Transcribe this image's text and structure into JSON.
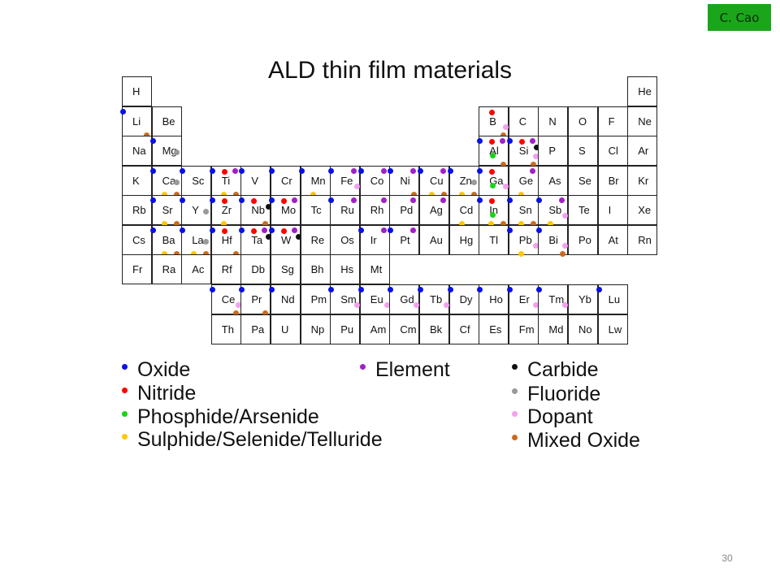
{
  "badge": "C. Cao",
  "title": "ALD thin film materials",
  "page_number": "30",
  "colors": {
    "oxide": "#0a10e6",
    "nitride": "#ff0000",
    "phosphide": "#1ad21a",
    "sulphide": "#ffc700",
    "element": "#a020c8",
    "carbide": "#111111",
    "fluoride": "#9a9a9a",
    "dopant": "#f4a0f0",
    "mixed": "#cc6a1c"
  },
  "legend": [
    {
      "label": "Oxide",
      "type": "oxide"
    },
    {
      "label": "Nitride",
      "type": "nitride"
    },
    {
      "label": "Phosphide/Arsenide",
      "type": "phosphide"
    },
    {
      "label": "Sulphide/Selenide/Telluride",
      "type": "sulphide"
    },
    {
      "label": "Element",
      "type": "element"
    },
    {
      "label": "Carbide",
      "type": "carbide"
    },
    {
      "label": "Fluoride",
      "type": "fluoride"
    },
    {
      "label": "Dopant",
      "type": "dopant"
    },
    {
      "label": "Mixed Oxide",
      "type": "mixed"
    }
  ],
  "elements": [
    {
      "symbol": "H",
      "row": 0,
      "col": 0,
      "types": []
    },
    {
      "symbol": "He",
      "row": 0,
      "col": 17,
      "types": []
    },
    {
      "symbol": "Li",
      "row": 1,
      "col": 0,
      "types": [
        "oxide",
        "mixed"
      ]
    },
    {
      "symbol": "Be",
      "row": 1,
      "col": 1,
      "types": []
    },
    {
      "symbol": "B",
      "row": 1,
      "col": 12,
      "types": [
        "nitride",
        "dopant",
        "mixed"
      ]
    },
    {
      "symbol": "C",
      "row": 1,
      "col": 13,
      "types": []
    },
    {
      "symbol": "N",
      "row": 1,
      "col": 14,
      "types": []
    },
    {
      "symbol": "O",
      "row": 1,
      "col": 15,
      "types": []
    },
    {
      "symbol": "F",
      "row": 1,
      "col": 16,
      "types": []
    },
    {
      "symbol": "Ne",
      "row": 1,
      "col": 17,
      "types": []
    },
    {
      "symbol": "Na",
      "row": 2,
      "col": 0,
      "types": []
    },
    {
      "symbol": "Mg",
      "row": 2,
      "col": 1,
      "types": [
        "oxide",
        "fluoride"
      ]
    },
    {
      "symbol": "Al",
      "row": 2,
      "col": 12,
      "types": [
        "oxide",
        "nitride",
        "phosphide",
        "element",
        "mixed"
      ]
    },
    {
      "symbol": "Si",
      "row": 2,
      "col": 13,
      "types": [
        "oxide",
        "nitride",
        "element",
        "carbide",
        "dopant",
        "mixed"
      ]
    },
    {
      "symbol": "P",
      "row": 2,
      "col": 14,
      "types": []
    },
    {
      "symbol": "S",
      "row": 2,
      "col": 15,
      "types": []
    },
    {
      "symbol": "Cl",
      "row": 2,
      "col": 16,
      "types": []
    },
    {
      "symbol": "Ar",
      "row": 2,
      "col": 17,
      "types": []
    },
    {
      "symbol": "K",
      "row": 3,
      "col": 0,
      "types": []
    },
    {
      "symbol": "Ca",
      "row": 3,
      "col": 1,
      "types": [
        "oxide",
        "fluoride",
        "sulphide",
        "mixed"
      ]
    },
    {
      "symbol": "Sc",
      "row": 3,
      "col": 2,
      "types": [
        "oxide"
      ]
    },
    {
      "symbol": "Ti",
      "row": 3,
      "col": 3,
      "types": [
        "oxide",
        "nitride",
        "element",
        "sulphide",
        "mixed"
      ]
    },
    {
      "symbol": "V",
      "row": 3,
      "col": 4,
      "types": [
        "oxide"
      ]
    },
    {
      "symbol": "Cr",
      "row": 3,
      "col": 5,
      "types": [
        "oxide"
      ]
    },
    {
      "symbol": "Mn",
      "row": 3,
      "col": 6,
      "types": [
        "oxide",
        "sulphide"
      ]
    },
    {
      "symbol": "Fe",
      "row": 3,
      "col": 7,
      "types": [
        "oxide",
        "element",
        "dopant"
      ]
    },
    {
      "symbol": "Co",
      "row": 3,
      "col": 8,
      "types": [
        "oxide",
        "element"
      ]
    },
    {
      "symbol": "Ni",
      "row": 3,
      "col": 9,
      "types": [
        "oxide",
        "element",
        "mixed"
      ]
    },
    {
      "symbol": "Cu",
      "row": 3,
      "col": 10,
      "types": [
        "oxide",
        "element",
        "sulphide",
        "mixed"
      ]
    },
    {
      "symbol": "Zn",
      "row": 3,
      "col": 11,
      "types": [
        "oxide",
        "fluoride",
        "sulphide",
        "mixed"
      ]
    },
    {
      "symbol": "Ga",
      "row": 3,
      "col": 12,
      "types": [
        "oxide",
        "nitride",
        "phosphide",
        "dopant"
      ]
    },
    {
      "symbol": "Ge",
      "row": 3,
      "col": 13,
      "types": [
        "element",
        "sulphide"
      ]
    },
    {
      "symbol": "As",
      "row": 3,
      "col": 14,
      "types": []
    },
    {
      "symbol": "Se",
      "row": 3,
      "col": 15,
      "types": []
    },
    {
      "symbol": "Br",
      "row": 3,
      "col": 16,
      "types": []
    },
    {
      "symbol": "Kr",
      "row": 3,
      "col": 17,
      "types": []
    },
    {
      "symbol": "Rb",
      "row": 4,
      "col": 0,
      "types": []
    },
    {
      "symbol": "Sr",
      "row": 4,
      "col": 1,
      "types": [
        "oxide",
        "sulphide",
        "mixed"
      ]
    },
    {
      "symbol": "Y",
      "row": 4,
      "col": 2,
      "types": [
        "oxide",
        "fluoride"
      ]
    },
    {
      "symbol": "Zr",
      "row": 4,
      "col": 3,
      "types": [
        "oxide",
        "nitride",
        "sulphide"
      ]
    },
    {
      "symbol": "Nb",
      "row": 4,
      "col": 4,
      "types": [
        "oxide",
        "nitride",
        "carbide",
        "mixed"
      ]
    },
    {
      "symbol": "Mo",
      "row": 4,
      "col": 5,
      "types": [
        "oxide",
        "nitride",
        "element"
      ]
    },
    {
      "symbol": "Tc",
      "row": 4,
      "col": 6,
      "types": []
    },
    {
      "symbol": "Ru",
      "row": 4,
      "col": 7,
      "types": [
        "oxide",
        "element"
      ]
    },
    {
      "symbol": "Rh",
      "row": 4,
      "col": 8,
      "types": [
        "element"
      ]
    },
    {
      "symbol": "Pd",
      "row": 4,
      "col": 9,
      "types": [
        "element"
      ]
    },
    {
      "symbol": "Ag",
      "row": 4,
      "col": 10,
      "types": [
        "element"
      ]
    },
    {
      "symbol": "Cd",
      "row": 4,
      "col": 11,
      "types": [
        "sulphide"
      ]
    },
    {
      "symbol": "In",
      "row": 4,
      "col": 12,
      "types": [
        "oxide",
        "nitride",
        "phosphide",
        "sulphide",
        "mixed"
      ]
    },
    {
      "symbol": "Sn",
      "row": 4,
      "col": 13,
      "types": [
        "oxide",
        "sulphide",
        "mixed"
      ]
    },
    {
      "symbol": "Sb",
      "row": 4,
      "col": 14,
      "types": [
        "oxide",
        "element",
        "sulphide",
        "dopant"
      ]
    },
    {
      "symbol": "Te",
      "row": 4,
      "col": 15,
      "types": []
    },
    {
      "symbol": "I",
      "row": 4,
      "col": 16,
      "types": []
    },
    {
      "symbol": "Xe",
      "row": 4,
      "col": 17,
      "types": []
    },
    {
      "symbol": "Cs",
      "row": 5,
      "col": 0,
      "types": []
    },
    {
      "symbol": "Ba",
      "row": 5,
      "col": 1,
      "types": [
        "oxide",
        "sulphide",
        "mixed"
      ]
    },
    {
      "symbol": "La",
      "row": 5,
      "col": 2,
      "types": [
        "oxide",
        "fluoride",
        "sulphide",
        "mixed"
      ]
    },
    {
      "symbol": "Hf",
      "row": 5,
      "col": 3,
      "types": [
        "oxide",
        "nitride",
        "mixed"
      ]
    },
    {
      "symbol": "Ta",
      "row": 5,
      "col": 4,
      "types": [
        "oxide",
        "nitride",
        "element",
        "carbide"
      ]
    },
    {
      "symbol": "W",
      "row": 5,
      "col": 5,
      "types": [
        "oxide",
        "nitride",
        "element",
        "carbide"
      ]
    },
    {
      "symbol": "Re",
      "row": 5,
      "col": 6,
      "types": []
    },
    {
      "symbol": "Os",
      "row": 5,
      "col": 7,
      "types": []
    },
    {
      "symbol": "Ir",
      "row": 5,
      "col": 8,
      "types": [
        "oxide",
        "element"
      ]
    },
    {
      "symbol": "Pt",
      "row": 5,
      "col": 9,
      "types": [
        "oxide",
        "element"
      ]
    },
    {
      "symbol": "Au",
      "row": 5,
      "col": 10,
      "types": []
    },
    {
      "symbol": "Hg",
      "row": 5,
      "col": 11,
      "types": []
    },
    {
      "symbol": "Tl",
      "row": 5,
      "col": 12,
      "types": []
    },
    {
      "symbol": "Pb",
      "row": 5,
      "col": 13,
      "types": [
        "oxide",
        "sulphide",
        "dopant"
      ]
    },
    {
      "symbol": "Bi",
      "row": 5,
      "col": 14,
      "types": [
        "oxide",
        "dopant",
        "mixed"
      ]
    },
    {
      "symbol": "Po",
      "row": 5,
      "col": 15,
      "types": []
    },
    {
      "symbol": "At",
      "row": 5,
      "col": 16,
      "types": []
    },
    {
      "symbol": "Rn",
      "row": 5,
      "col": 17,
      "types": []
    },
    {
      "symbol": "Fr",
      "row": 6,
      "col": 0,
      "types": []
    },
    {
      "symbol": "Ra",
      "row": 6,
      "col": 1,
      "types": []
    },
    {
      "symbol": "Ac",
      "row": 6,
      "col": 2,
      "types": []
    },
    {
      "symbol": "Rf",
      "row": 6,
      "col": 3,
      "types": []
    },
    {
      "symbol": "Db",
      "row": 6,
      "col": 4,
      "types": []
    },
    {
      "symbol": "Sg",
      "row": 6,
      "col": 5,
      "types": []
    },
    {
      "symbol": "Bh",
      "row": 6,
      "col": 6,
      "types": []
    },
    {
      "symbol": "Hs",
      "row": 6,
      "col": 7,
      "types": []
    },
    {
      "symbol": "Mt",
      "row": 6,
      "col": 8,
      "types": []
    },
    {
      "symbol": "Ce",
      "row": 7,
      "col": 3,
      "types": [
        "oxide",
        "dopant",
        "mixed"
      ]
    },
    {
      "symbol": "Pr",
      "row": 7,
      "col": 4,
      "types": [
        "oxide",
        "mixed"
      ]
    },
    {
      "symbol": "Nd",
      "row": 7,
      "col": 5,
      "types": [
        "oxide"
      ]
    },
    {
      "symbol": "Pm",
      "row": 7,
      "col": 6,
      "types": []
    },
    {
      "symbol": "Sm",
      "row": 7,
      "col": 7,
      "types": [
        "oxide",
        "dopant"
      ]
    },
    {
      "symbol": "Eu",
      "row": 7,
      "col": 8,
      "types": [
        "oxide",
        "dopant"
      ]
    },
    {
      "symbol": "Gd",
      "row": 7,
      "col": 9,
      "types": [
        "oxide",
        "dopant"
      ]
    },
    {
      "symbol": "Tb",
      "row": 7,
      "col": 10,
      "types": [
        "oxide",
        "dopant"
      ]
    },
    {
      "symbol": "Dy",
      "row": 7,
      "col": 11,
      "types": [
        "oxide"
      ]
    },
    {
      "symbol": "Ho",
      "row": 7,
      "col": 12,
      "types": [
        "oxide"
      ]
    },
    {
      "symbol": "Er",
      "row": 7,
      "col": 13,
      "types": [
        "oxide",
        "dopant"
      ]
    },
    {
      "symbol": "Tm",
      "row": 7,
      "col": 14,
      "types": [
        "oxide",
        "dopant"
      ]
    },
    {
      "symbol": "Yb",
      "row": 7,
      "col": 15,
      "types": []
    },
    {
      "symbol": "Lu",
      "row": 7,
      "col": 16,
      "types": [
        "oxide"
      ]
    },
    {
      "symbol": "Th",
      "row": 8,
      "col": 3,
      "types": []
    },
    {
      "symbol": "Pa",
      "row": 8,
      "col": 4,
      "types": []
    },
    {
      "symbol": "U",
      "row": 8,
      "col": 5,
      "types": []
    },
    {
      "symbol": "Np",
      "row": 8,
      "col": 6,
      "types": []
    },
    {
      "symbol": "Pu",
      "row": 8,
      "col": 7,
      "types": []
    },
    {
      "symbol": "Am",
      "row": 8,
      "col": 8,
      "types": []
    },
    {
      "symbol": "Cm",
      "row": 8,
      "col": 9,
      "types": []
    },
    {
      "symbol": "Bk",
      "row": 8,
      "col": 10,
      "types": []
    },
    {
      "symbol": "Cf",
      "row": 8,
      "col": 11,
      "types": []
    },
    {
      "symbol": "Es",
      "row": 8,
      "col": 12,
      "types": []
    },
    {
      "symbol": "Fm",
      "row": 8,
      "col": 13,
      "types": []
    },
    {
      "symbol": "Md",
      "row": 8,
      "col": 14,
      "types": []
    },
    {
      "symbol": "No",
      "row": 8,
      "col": 15,
      "types": []
    },
    {
      "symbol": "Lw",
      "row": 8,
      "col": 16,
      "types": []
    }
  ]
}
